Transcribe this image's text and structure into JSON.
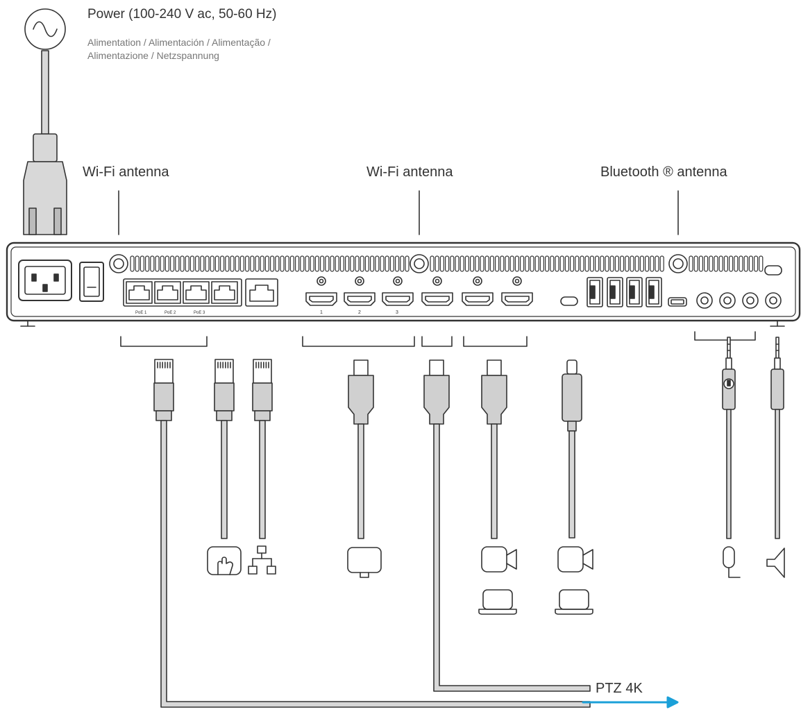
{
  "power": {
    "title": "Power (100-240 V ac, 50-60 Hz)",
    "subtitle_line1": "Alimentation / Alimentación / Alimentação /",
    "subtitle_line2": "Alimentazione / Netzspannung"
  },
  "antennas": {
    "wifi_left": "Wi-Fi antenna",
    "wifi_center": "Wi-Fi antenna",
    "bluetooth": "Bluetooth ® antenna"
  },
  "camera_link": {
    "label": "PTZ 4K",
    "arrow_color": "#1ba0d8"
  },
  "port_marks": {
    "poe1": "PoE 1",
    "poe2": "PoE 2",
    "poe3": "PoE 3",
    "hdmi_out": [
      "1",
      "2",
      "3"
    ]
  },
  "colors": {
    "outline": "#333333",
    "cable_fill": "#d8d8d8",
    "connector_fill": "#d0d0d0",
    "device_fill": "#ffffff"
  },
  "icons": [
    "power-ac-icon",
    "touch-panel-icon",
    "network-icon",
    "display-icon",
    "camera-icon",
    "laptop-icon",
    "microphone-icon",
    "speaker-icon"
  ]
}
